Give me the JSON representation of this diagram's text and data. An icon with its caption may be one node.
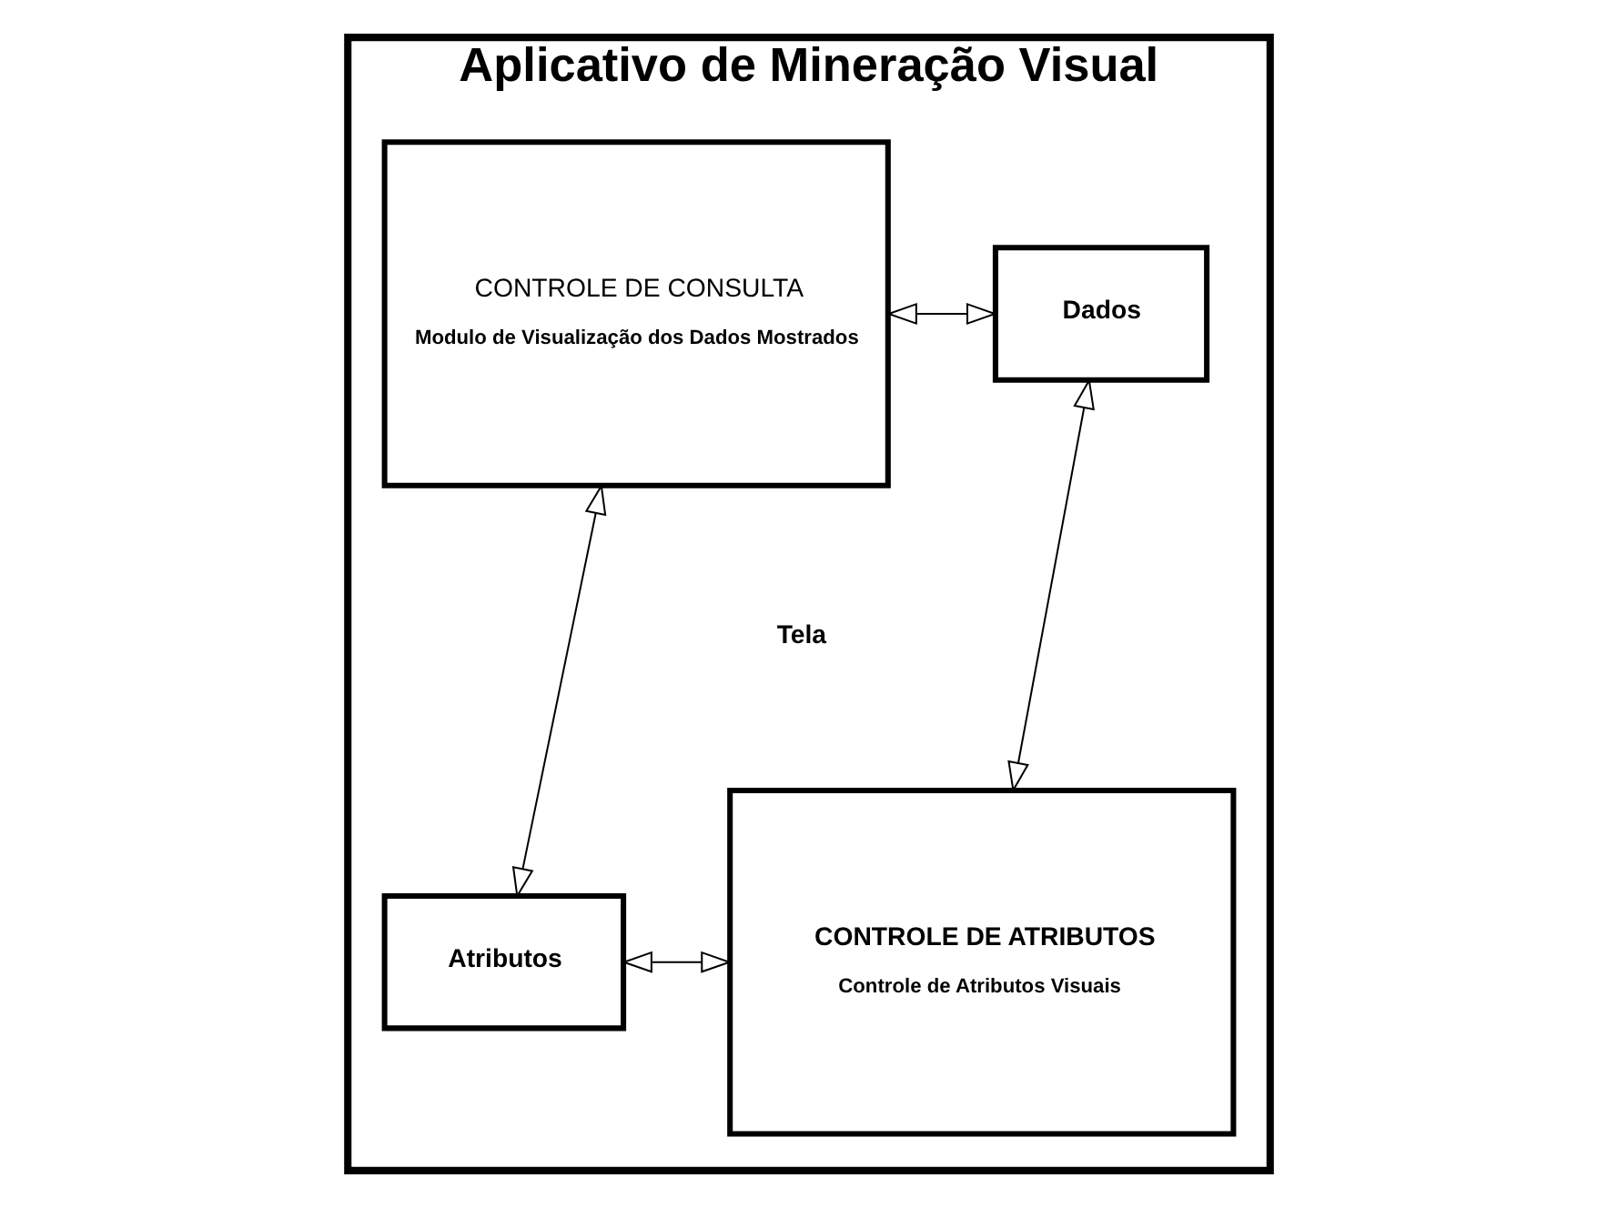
{
  "diagram": {
    "nodes": [
      {
        "text": [
          "Aplicativo de Mineração Visual"
        ]
      },
      {
        "text": [
          "CONTROLE DE CONSULTA",
          "Modulo de Visualização dos Dados Mostrados"
        ],
        "in": 0
      },
      {
        "text": [
          "Dados"
        ],
        "in": 0
      },
      {
        "text": [
          "CONTROLE DE ATRIBUTOS",
          "Controle de Atributos Visuais"
        ],
        "in": 0
      },
      {
        "text": [
          "Atributos"
        ],
        "in": 0
      }
    ],
    "edges": [
      {
        "from": 1,
        "to": 2,
        "arrow": "both"
      },
      {
        "from": 2,
        "to": 3,
        "arrow": "both"
      },
      {
        "from": 1,
        "to": 4,
        "arrow": "both"
      },
      {
        "from": 4,
        "to": 3,
        "arrow": "both"
      }
    ],
    "labels": [
      "Tela"
    ]
  }
}
